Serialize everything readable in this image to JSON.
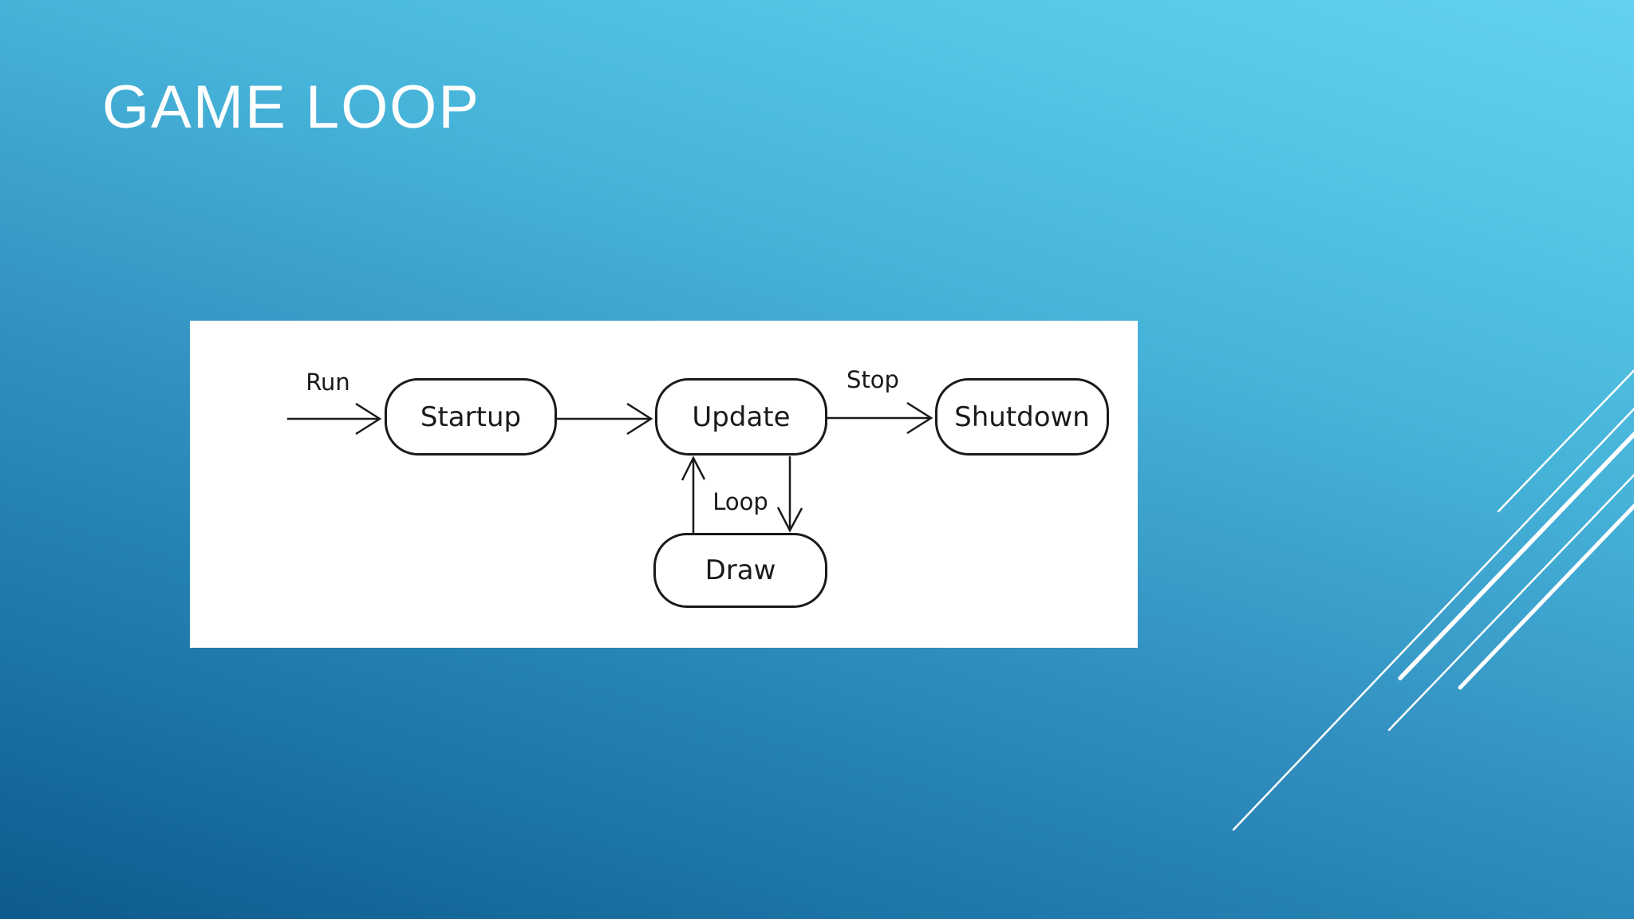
{
  "slide": {
    "title": "GAME LOOP"
  },
  "colors": {
    "background_top": "#62d2ee",
    "background_bottom_left": "#0d5a8e",
    "background_bottom_right": "#2373a5",
    "panel": "#ffffff",
    "diagram_stroke": "#1a1a1a",
    "accent_lines": "#ffffff",
    "title_text": "#ffffff"
  },
  "diagram": {
    "type": "state-diagram",
    "nodes": [
      {
        "id": "startup",
        "label": "Startup"
      },
      {
        "id": "update",
        "label": "Update"
      },
      {
        "id": "shutdown",
        "label": "Shutdown"
      },
      {
        "id": "draw",
        "label": "Draw"
      }
    ],
    "edges": [
      {
        "from": "start",
        "to": "startup",
        "label": "Run"
      },
      {
        "from": "startup",
        "to": "update",
        "label": ""
      },
      {
        "from": "update",
        "to": "shutdown",
        "label": "Stop"
      },
      {
        "from": "update",
        "to": "draw",
        "label": "Loop"
      },
      {
        "from": "draw",
        "to": "update",
        "label": ""
      }
    ]
  }
}
